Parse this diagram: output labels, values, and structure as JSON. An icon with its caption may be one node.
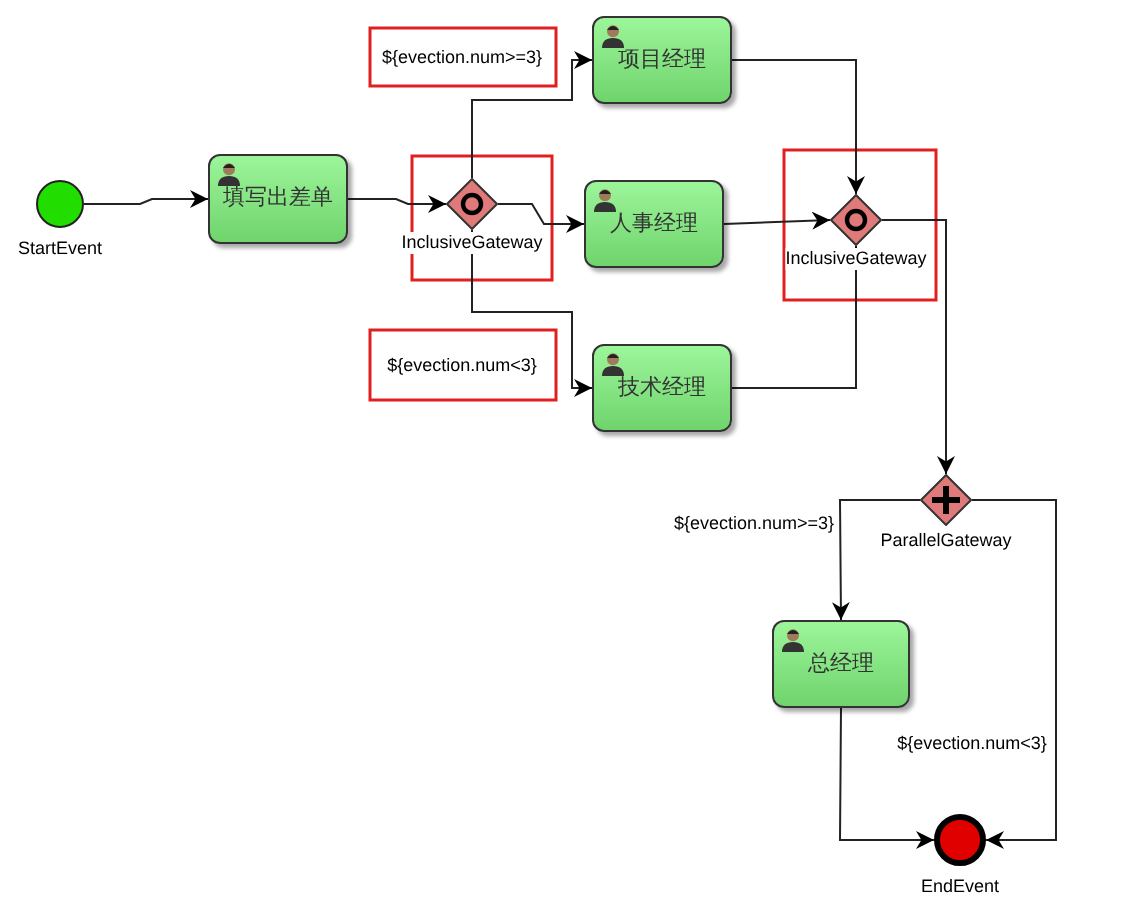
{
  "diagram": {
    "nodes": [
      {
        "text": [
          "StartEvent"
        ]
      },
      {
        "text": [
          "填写出差单"
        ]
      },
      {
        "text": [
          "InclusiveGateway"
        ]
      },
      {
        "text": [
          "项目经理"
        ]
      },
      {
        "text": [
          "人事经理"
        ]
      },
      {
        "text": [
          "技术经理"
        ]
      },
      {
        "text": [
          "InclusiveGateway"
        ]
      },
      {
        "text": [
          "ParallelGateway"
        ]
      },
      {
        "text": [
          "总经理"
        ]
      },
      {
        "text": [
          "EndEvent"
        ]
      }
    ],
    "edges": [
      {
        "from": 0,
        "to": 1,
        "arrow": "to"
      },
      {
        "from": 1,
        "to": 2,
        "arrow": "to"
      },
      {
        "from": 2,
        "to": 3,
        "arrow": "to",
        "label": "${evection.num>=3}"
      },
      {
        "from": 2,
        "to": 4,
        "arrow": "to"
      },
      {
        "from": 2,
        "to": 5,
        "arrow": "to",
        "label": "${evection.num<3}"
      },
      {
        "from": 3,
        "to": 6,
        "arrow": "to"
      },
      {
        "from": 4,
        "to": 6,
        "arrow": "to"
      },
      {
        "from": 5,
        "to": 6,
        "arrow": "to"
      },
      {
        "from": 6,
        "to": 7,
        "arrow": "to"
      },
      {
        "from": 7,
        "to": 8,
        "arrow": "to",
        "label": "${evection.num>=3}"
      },
      {
        "from": 7,
        "to": 9,
        "arrow": "to",
        "label": "${evection.num<3}"
      },
      {
        "from": 8,
        "to": 9,
        "arrow": "to"
      }
    ]
  }
}
